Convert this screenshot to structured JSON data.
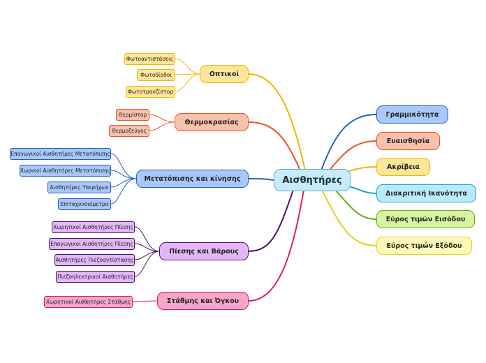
{
  "center": {
    "label": "Αισθητήρες"
  },
  "left_branches": [
    {
      "label": "Οπτικοί",
      "leaves": [
        "Φωτοαντιστάσεις",
        "Φωτοδίοδοι",
        "Φωτοτρανζίστορ"
      ]
    },
    {
      "label": "Θερμοκρασίας",
      "leaves": [
        "Θερμίστορ",
        "Θερμοζεύγος"
      ]
    },
    {
      "label": "Μετατόπισης και κίνησης",
      "leaves": [
        "Επαγωγικοί Αισθητήρες Μετατόπισης",
        "Χωρικοί Αισθητήρες Μετατόπισης",
        "Αισθητήρες Υπερήχων",
        "Επιταχυνσιόμετρα"
      ]
    },
    {
      "label": "Πίεσης και Βάρους",
      "leaves": [
        "Χωρητικοί Αισθητήρες Πίεσης",
        "Επαγωγικοί Αισθητήρες Πίεσης",
        "Αισθητήρες Πιεζοαντίστασης",
        "Πιεζοηλεκτρικοί Αισθητήρες"
      ]
    },
    {
      "label": "Στάθμης και Όγκου",
      "leaves": [
        "Χωρητικοί Αισθητήρες Στάθμης"
      ]
    }
  ],
  "right_branches": [
    {
      "label": "Γραμμικότητα"
    },
    {
      "label": "Ευαισθησία"
    },
    {
      "label": "Ακρίβεια"
    },
    {
      "label": "Διακριτική Ικανότητα"
    },
    {
      "label": "Εύρος τιμών Εισόδου"
    },
    {
      "label": "Εύρος τιμών Εξόδου"
    }
  ],
  "colors": {
    "optical": "#f5b400",
    "temperature": "#e8542b",
    "displacement": "#1f5fc7",
    "pressure": "#4a1466",
    "level": "#e0186c",
    "linearity": "#1f5fc7",
    "sensitivity": "#e8542b",
    "accuracy": "#f5b400",
    "resolution": "#14a5d9",
    "input_range": "#6aa81a",
    "output_range": "#e6d11f"
  }
}
